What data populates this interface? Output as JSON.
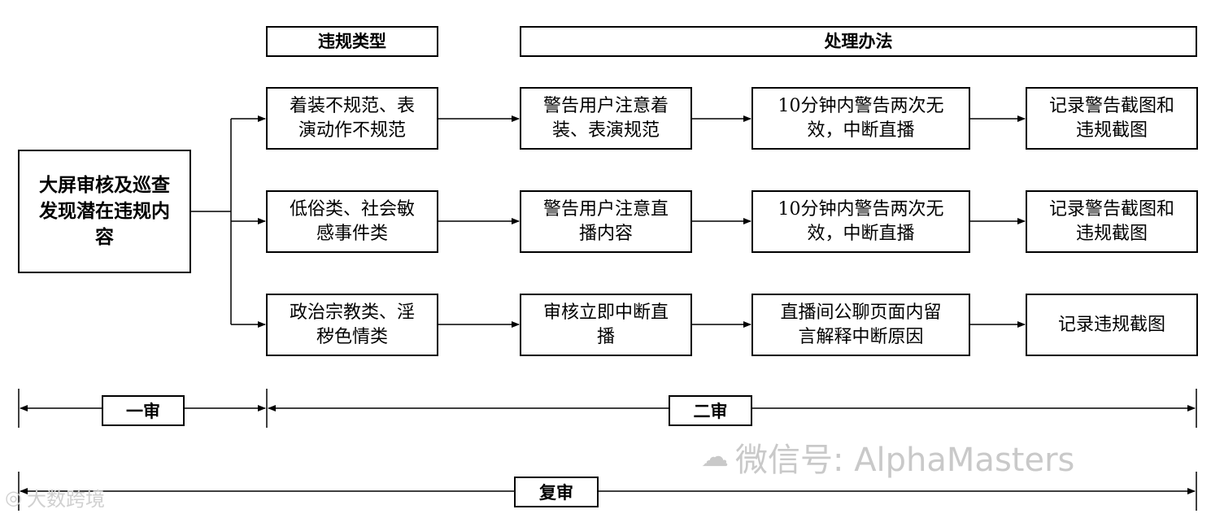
{
  "headers": {
    "type": "违规类型",
    "method": "处理办法"
  },
  "source": "大屏审核及巡查\n发现潜在违规内\n容",
  "rows": [
    {
      "type": "着装不规范、表\n演动作不规范",
      "step1": "警告用户注意着\n装、表演规范",
      "step2": "10分钟内警告两次无\n效，中断直播",
      "step3": "记录警告截图和\n违规截图"
    },
    {
      "type": "低俗类、社会敏\n感事件类",
      "step1": "警告用户注意直\n播内容",
      "step2": "10分钟内警告两次无\n效，中断直播",
      "step3": "记录警告截图和\n违规截图"
    },
    {
      "type": "政治宗教类、淫\n秽色情类",
      "step1": "审核立即中断直\n播",
      "step2": "直播间公聊页面内留\n言解释中断原因",
      "step3": "记录违规截图"
    }
  ],
  "stages": {
    "first": "一审",
    "second": "二审",
    "review": "复审"
  },
  "watermarks": {
    "wechat": "微信号: AlphaMasters",
    "brand": "大数跨境"
  }
}
